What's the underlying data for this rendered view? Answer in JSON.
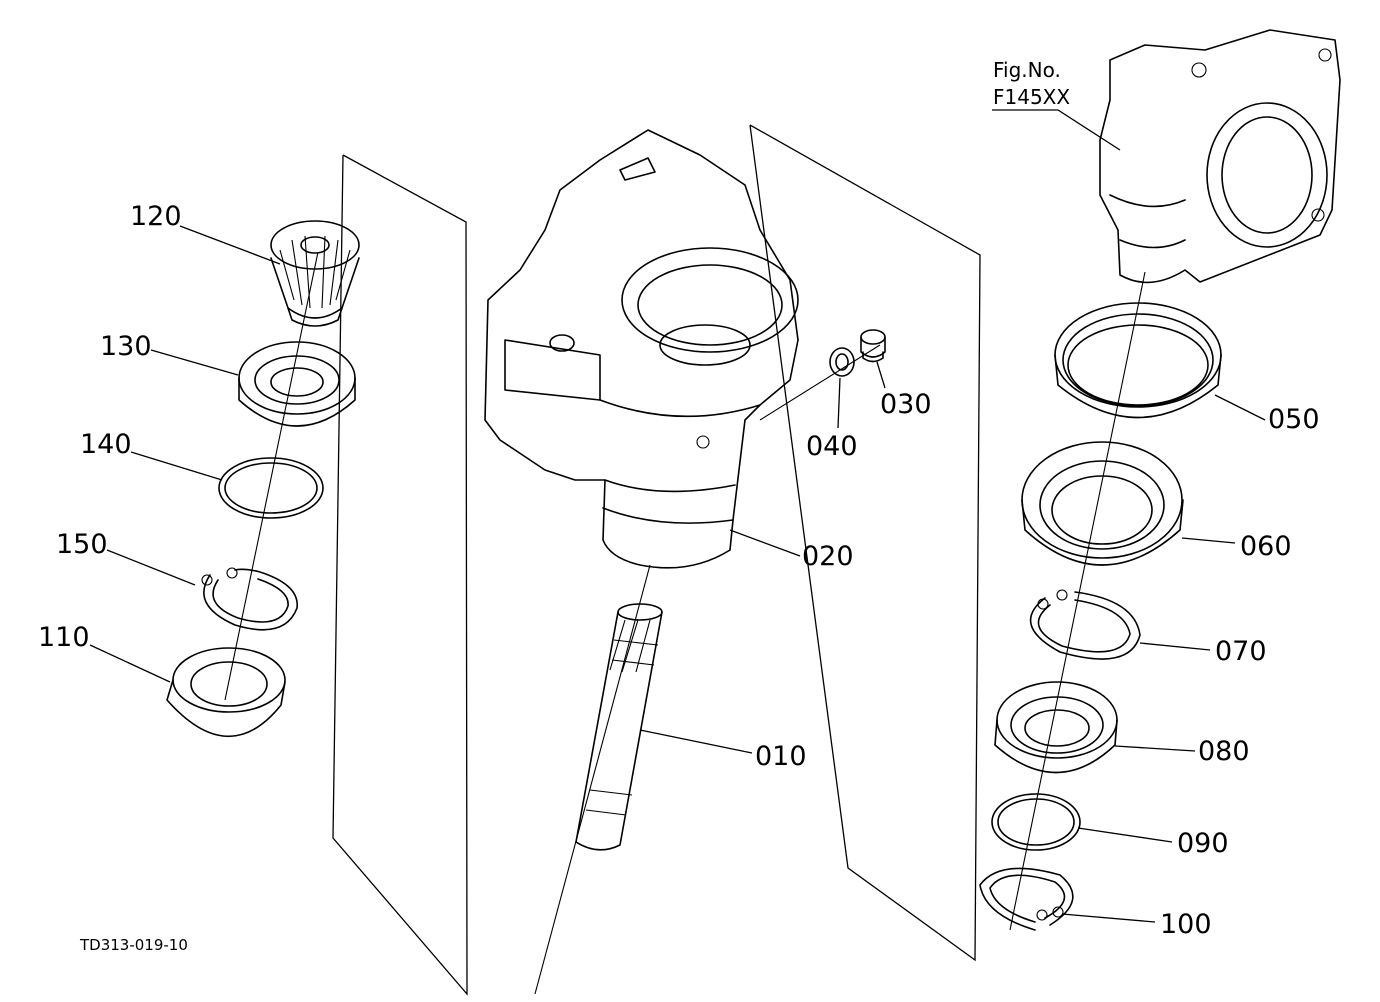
{
  "fig_label": {
    "line1": "Fig.No.",
    "line2": "F145XX"
  },
  "drawing_code": "TD313-019-10",
  "callouts": {
    "p010": "010",
    "p020": "020",
    "p030": "030",
    "p040": "040",
    "p050": "050",
    "p060": "060",
    "p070": "070",
    "p080": "080",
    "p090": "090",
    "p100": "100",
    "p110": "110",
    "p120": "120",
    "p130": "130",
    "p140": "140",
    "p150": "150"
  }
}
